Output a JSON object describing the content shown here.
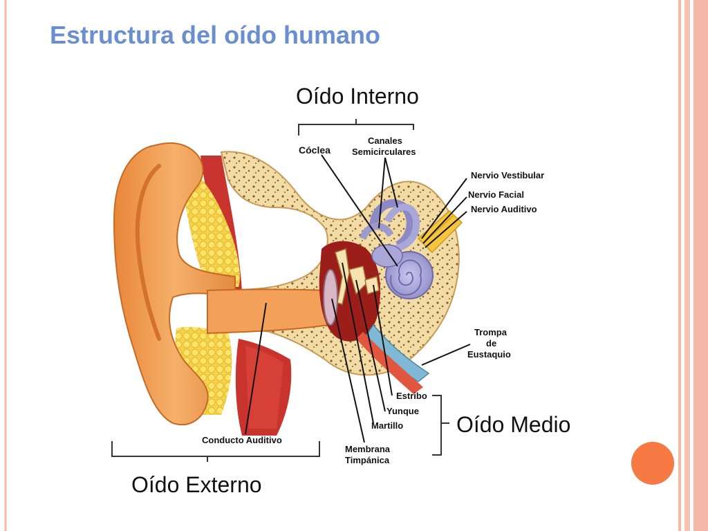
{
  "slide": {
    "title": "Estructura del oído humano"
  },
  "sections": {
    "inner_ear": "Oído Interno",
    "middle_ear": "Oído Medio",
    "outer_ear": "Oído Externo"
  },
  "labels": {
    "coclea": "Cóclea",
    "canales_1": "Canales",
    "canales_2": "Semicirculares",
    "nervio_vestibular": "Nervio Vestibular",
    "nervio_facial": "Nervio Facial",
    "nervio_auditivo": "Nervio Auditivo",
    "trompa_1": "Trompa",
    "trompa_2": "de",
    "trompa_3": "Eustaquio",
    "estribo": "Estribo",
    "yunque": "Yunque",
    "martillo": "Martillo",
    "membrana_1": "Membrana",
    "membrana_2": "Timpánica",
    "conducto": "Conducto Auditivo"
  },
  "colors": {
    "title": "#6a8fcf",
    "border_pink": "#f4b8a8",
    "accent_dot": "#f77a45",
    "skin": "#f0a055",
    "bone": "#f0d9a0",
    "cochlea": "#a9a7d8"
  }
}
